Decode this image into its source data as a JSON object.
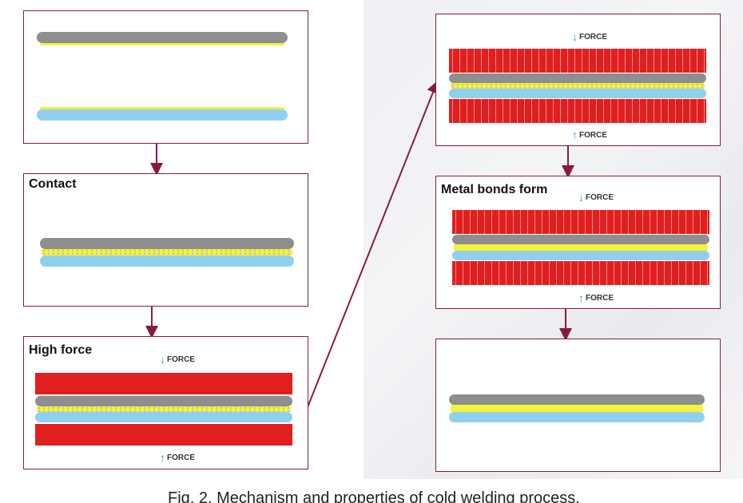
{
  "panels": {
    "contact": {
      "label": "Contact"
    },
    "high_force": {
      "label": "High force"
    },
    "metal_bonds": {
      "label": "Metal bonds form"
    }
  },
  "force_label": "FORCE",
  "caption": "Fig. 2. Mechanism and properties of cold welding process.",
  "colors": {
    "border": "#8b1a3a",
    "gray_metal": "#8e8e8e",
    "blue_metal": "#8fd0ef",
    "oxide_layer": "#f4f23a",
    "press": "#e11f1f",
    "arrow": "#2a9bd8"
  }
}
